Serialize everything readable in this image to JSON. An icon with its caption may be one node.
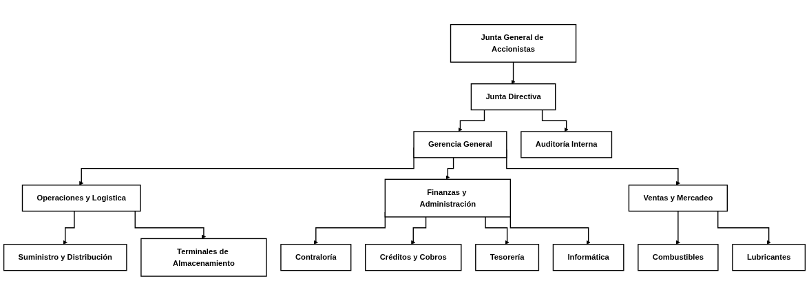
{
  "diagram": {
    "nodes": [
      {
        "text": [
          "Junta General de Accionistas"
        ]
      },
      {
        "text": [
          "Junta Directiva"
        ]
      },
      {
        "text": [
          "Auditoría Interna"
        ]
      },
      {
        "text": [
          "Gerencia General"
        ]
      },
      {
        "text": [
          "Operaciones y Logistica"
        ]
      },
      {
        "text": [
          "Finanzas y Administración"
        ]
      },
      {
        "text": [
          "Ventas y Mercadeo"
        ]
      },
      {
        "text": [
          "Suministro y Distribución"
        ]
      },
      {
        "text": [
          "Terminales de Almacenamiento"
        ]
      },
      {
        "text": [
          "Contraloría"
        ]
      },
      {
        "text": [
          "Créditos y Cobros"
        ]
      },
      {
        "text": [
          "Tesorería"
        ]
      },
      {
        "text": [
          "Informática"
        ]
      },
      {
        "text": [
          "Combustibles"
        ]
      },
      {
        "text": [
          "Lubricantes"
        ]
      }
    ],
    "edges": [
      {
        "from": 0,
        "to": 1,
        "arrow": "to"
      },
      {
        "from": 1,
        "to": 2,
        "arrow": "to"
      },
      {
        "from": 1,
        "to": 3,
        "arrow": "to"
      },
      {
        "from": 3,
        "to": 4,
        "arrow": "to"
      },
      {
        "from": 3,
        "to": 5,
        "arrow": "to"
      },
      {
        "from": 3,
        "to": 6,
        "arrow": "to"
      },
      {
        "from": 4,
        "to": 7,
        "arrow": "to"
      },
      {
        "from": 4,
        "to": 8,
        "arrow": "to"
      },
      {
        "from": 5,
        "to": 9,
        "arrow": "to"
      },
      {
        "from": 5,
        "to": 10,
        "arrow": "to"
      },
      {
        "from": 5,
        "to": 11,
        "arrow": "to"
      },
      {
        "from": 5,
        "to": 12,
        "arrow": "to"
      },
      {
        "from": 6,
        "to": 13,
        "arrow": "to"
      },
      {
        "from": 6,
        "to": 14,
        "arrow": "to"
      }
    ]
  }
}
